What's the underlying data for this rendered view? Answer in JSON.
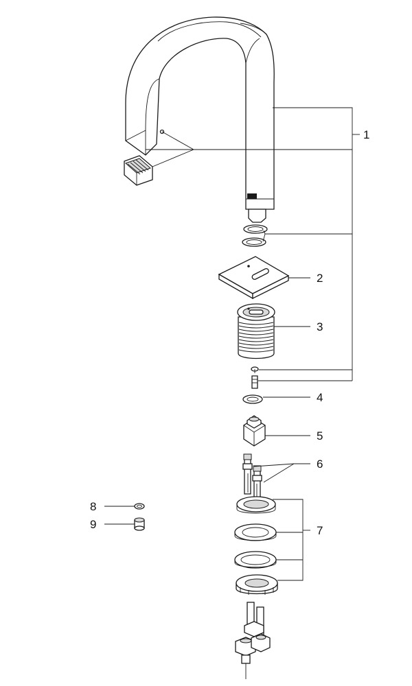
{
  "labels": {
    "part_1": "1",
    "part_2": "2",
    "part_3": "3",
    "part_4": "4",
    "part_5": "5",
    "part_6": "6",
    "part_7": "7",
    "part_8": "8",
    "part_9": "9"
  }
}
